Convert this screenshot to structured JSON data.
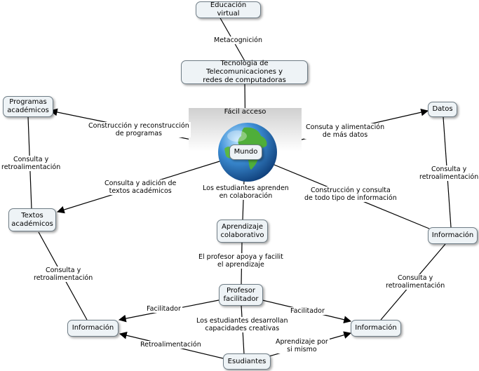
{
  "nodes": {
    "educacion_virtual": "Educación virtual",
    "tecnologia": "Tecnologia de Telecomunicaciones y\nredes de computadoras",
    "programas": "Programas\nacadémicos",
    "datos": "Datos",
    "mundo": "Mundo",
    "textos": "Textos\nacadémicos",
    "informacion_right": "Información",
    "aprendizaje": "Aprendizaje\ncolaborativo",
    "profesor": "Profesor\nfacilitador",
    "informacion_left": "Información",
    "informacion_bottom": "Información",
    "estudiantes": "Esudiantes"
  },
  "center_caption": "Fácil acceso",
  "edge_labels": {
    "metacognicion": "Metacognición",
    "construccion_programas": "Construcción y reconstrucción\nde programas",
    "consulta_alimentacion": "Consuta y alimentación\nde más datos",
    "consulta_adicion": "Consulta y adición de\ntextos académicos",
    "estudiantes_aprenden": "Los estudiantes aprenden\nen colaboración",
    "construccion_informacion": "Construcción y consulta\nde todo tipo de información",
    "consulta_retro_prog": "Consulta y\nretroalimentación",
    "consulta_retro_datos": "Consulta y\nretroalimentación",
    "consulta_retro_textos": "Consulta y\nretroalimentación",
    "consulta_retro_info": "Consulta y\nretroalimentación",
    "profesor_apoya": "El profesor apoya y facilit\nel aprendizaje",
    "facilitador_left": "Facilitador",
    "facilitador_right": "Facilitador",
    "capacidades": "Los estudiantes desarrollan\ncapacidades creativas",
    "retroalimentacion": "Retroalimentación",
    "aprendizaje_mismo": "Aprendizaje por\nsi mismo"
  },
  "colors": {
    "node_fill": "#eef3f6",
    "node_border": "#6f7d86",
    "line": "#000000"
  }
}
